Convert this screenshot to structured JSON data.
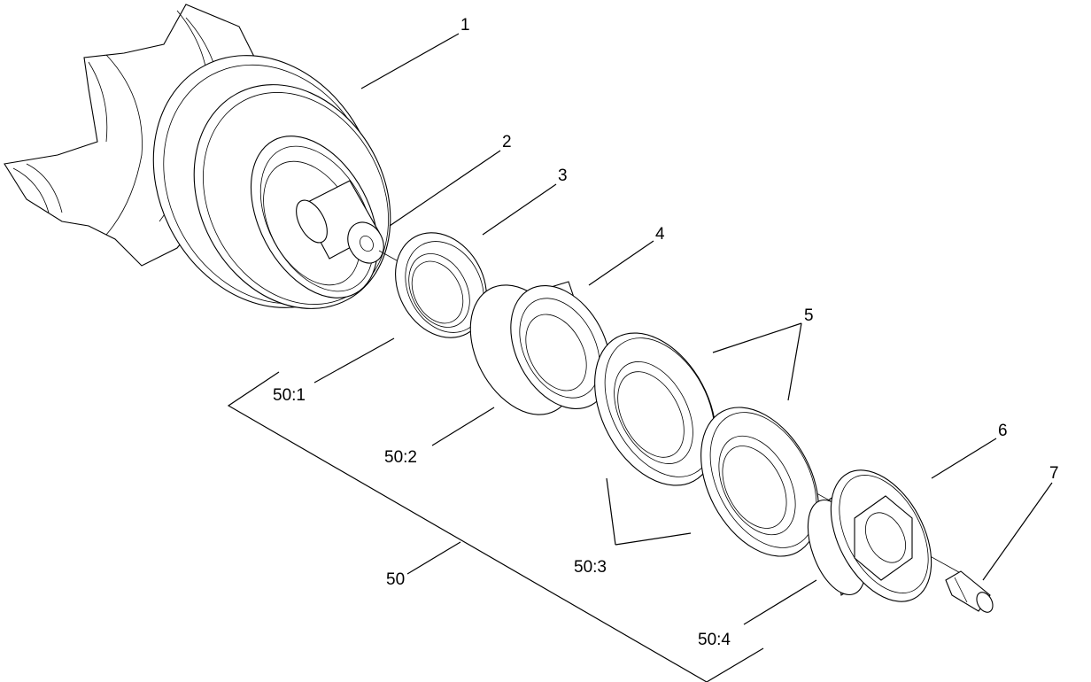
{
  "callouts": {
    "c1": "1",
    "c2": "2",
    "c3": "3",
    "c4": "4",
    "c5": "5",
    "c6": "6",
    "c7": "7",
    "c50": "50",
    "c50_1": "50:1",
    "c50_2": "50:2",
    "c50_3": "50:3",
    "c50_4": "50:4"
  }
}
